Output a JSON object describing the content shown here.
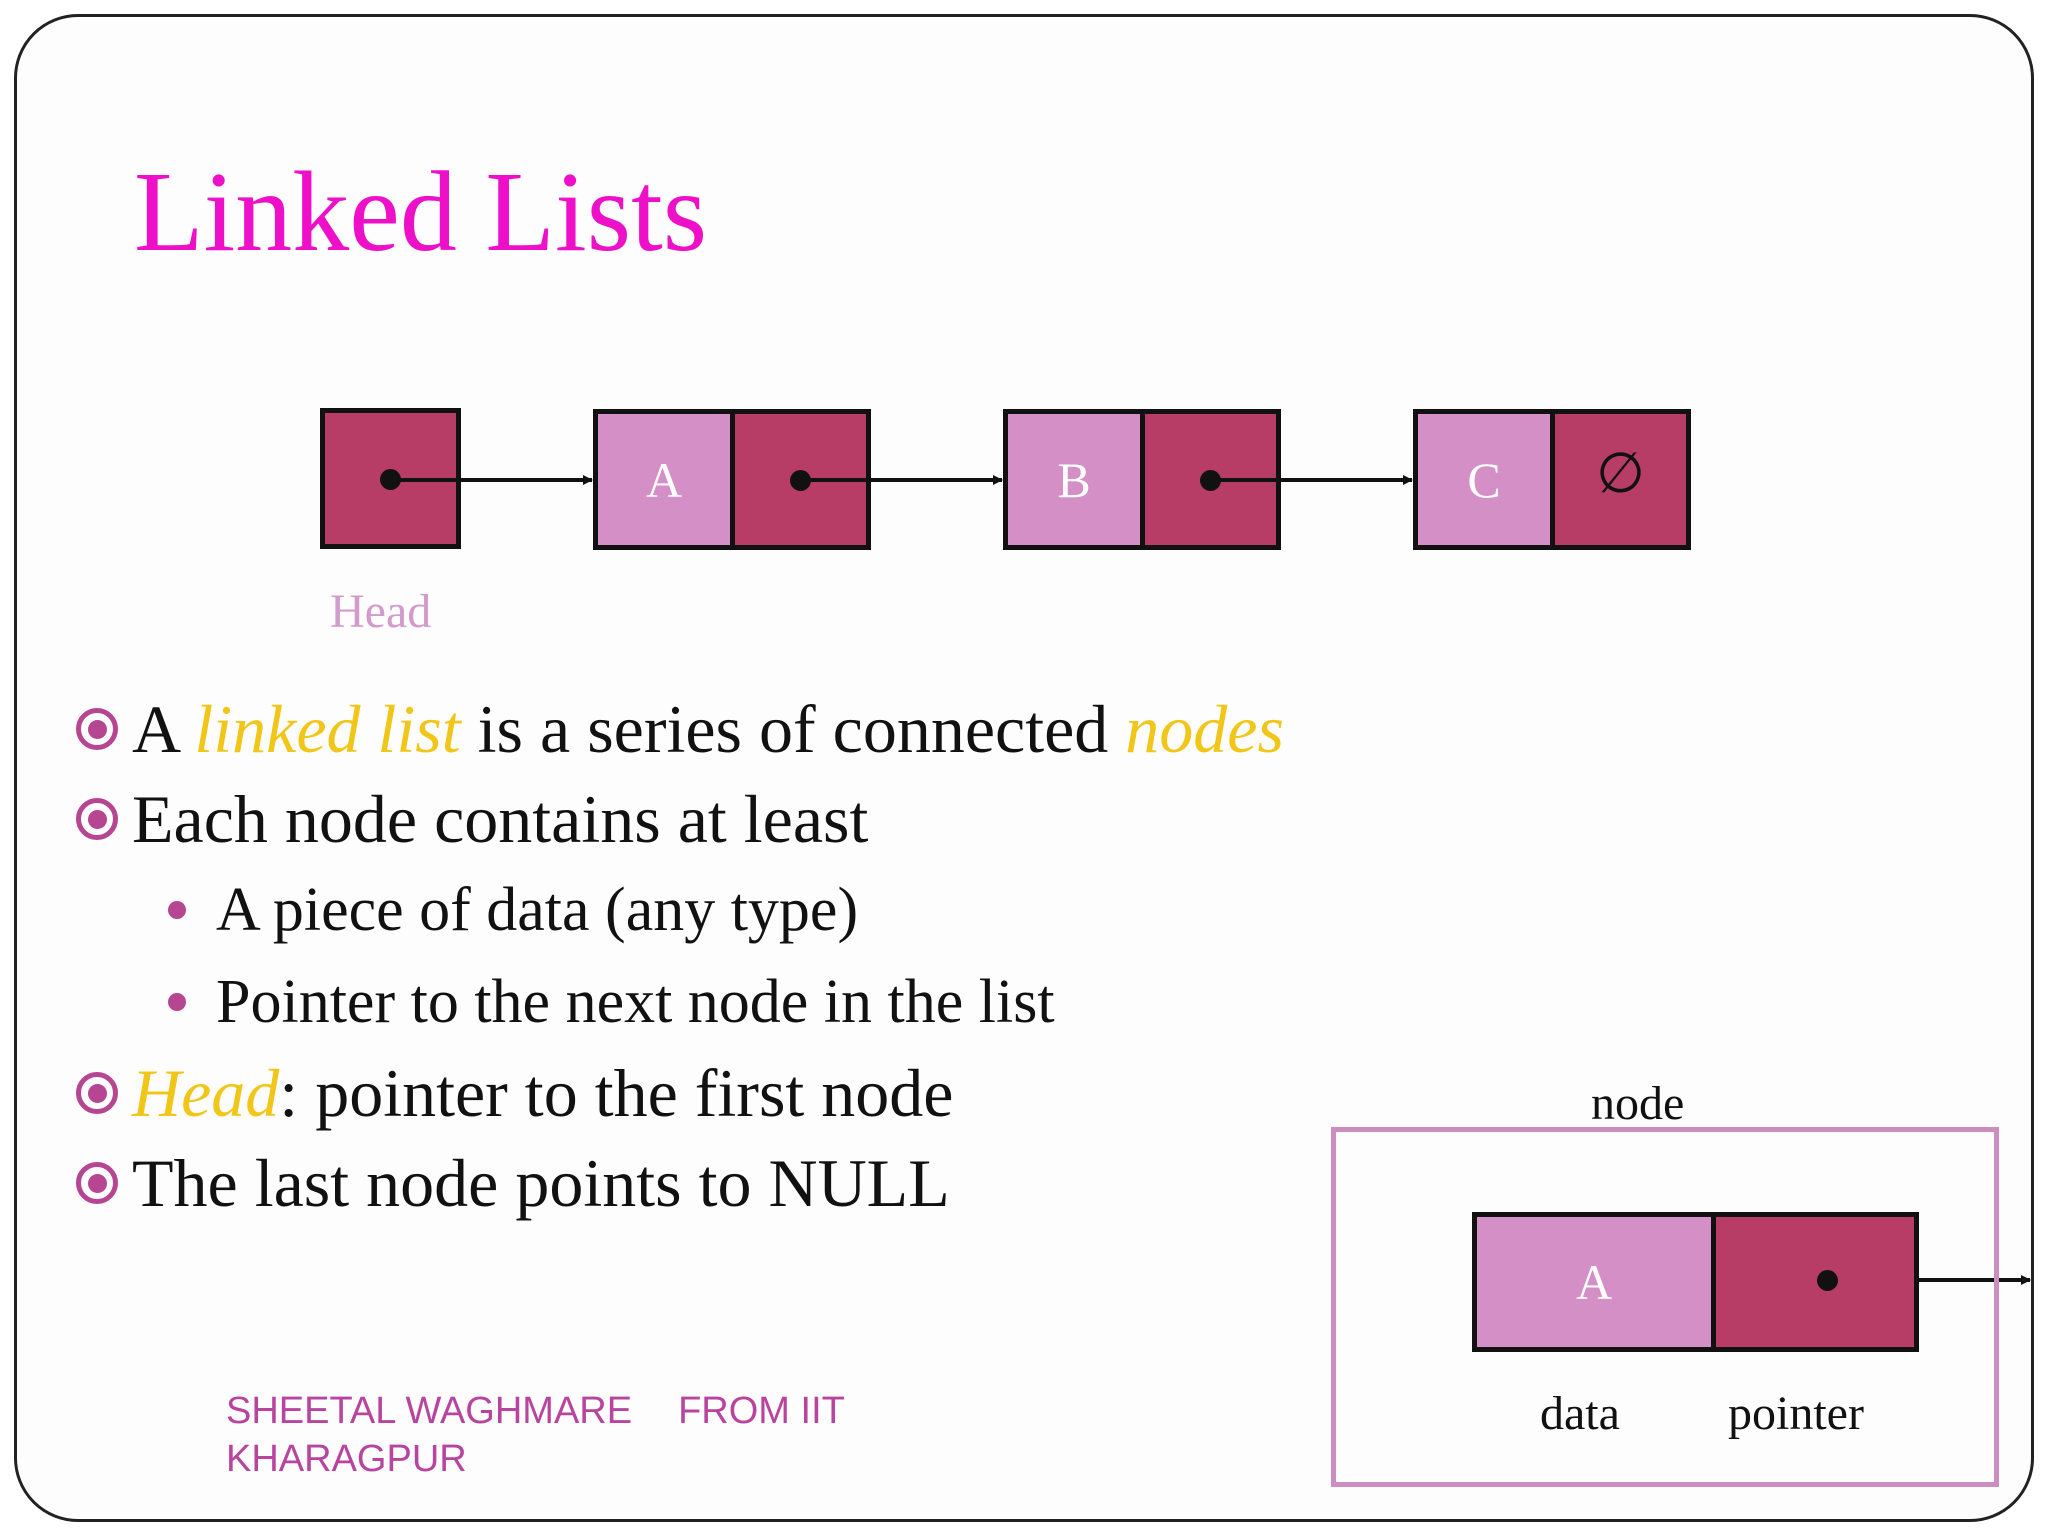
{
  "title": "Linked Lists",
  "colors": {
    "title": "#ee10c8",
    "data_fill": "#d48fc6",
    "pointer_fill": "#b73d67",
    "accent_text": "#f2c618",
    "bullet": "#b64592",
    "head_label": "#d39bcc",
    "frame": "#cc8dc1",
    "footer": "#b844a0"
  },
  "diagram": {
    "head_label": "Head",
    "nodes": [
      {
        "data": "A"
      },
      {
        "data": "B"
      },
      {
        "data": "C",
        "pointer_symbol": "∅"
      }
    ]
  },
  "bullets": [
    {
      "level": 1,
      "parts": [
        {
          "text": "A ",
          "hl": false
        },
        {
          "text": "linked list",
          "hl": true
        },
        {
          "text": " is a series of connected ",
          "hl": false
        },
        {
          "text": "nodes",
          "hl": true
        }
      ]
    },
    {
      "level": 1,
      "parts": [
        {
          "text": "Each node contains at least",
          "hl": false
        }
      ]
    },
    {
      "level": 2,
      "parts": [
        {
          "text": "A piece of data (any type)",
          "hl": false
        }
      ]
    },
    {
      "level": 2,
      "parts": [
        {
          "text": "Pointer to the next node in the list",
          "hl": false
        }
      ]
    },
    {
      "level": 1,
      "parts": [
        {
          "text": "Head",
          "hl": true
        },
        {
          "text": ": pointer to the first node",
          "hl": false
        }
      ]
    },
    {
      "level": 1,
      "parts": [
        {
          "text": "The last node points to NULL",
          "hl": false
        }
      ]
    }
  ],
  "node_legend": {
    "title": "node",
    "data_value": "A",
    "data_label": "data",
    "pointer_label": "pointer"
  },
  "footer": {
    "line1_left": "SHEETAL WAGHMARE",
    "line1_right": "FROM IIT",
    "line2": "KHARAGPUR"
  }
}
